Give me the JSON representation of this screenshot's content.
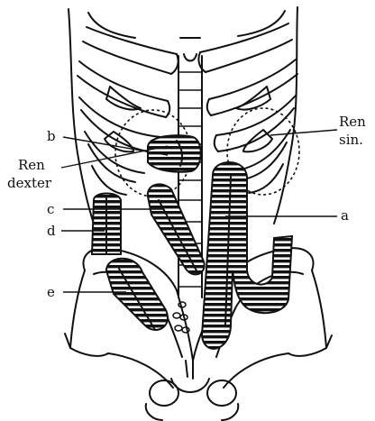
{
  "labels": {
    "b": "b",
    "ren_dexter_line1": "Ren",
    "ren_dexter_line2": "dexter",
    "c": "c",
    "d": "d",
    "e": "e",
    "ren_sin_line1": "Ren",
    "ren_sin_line2": "sin.",
    "a": "a"
  }
}
